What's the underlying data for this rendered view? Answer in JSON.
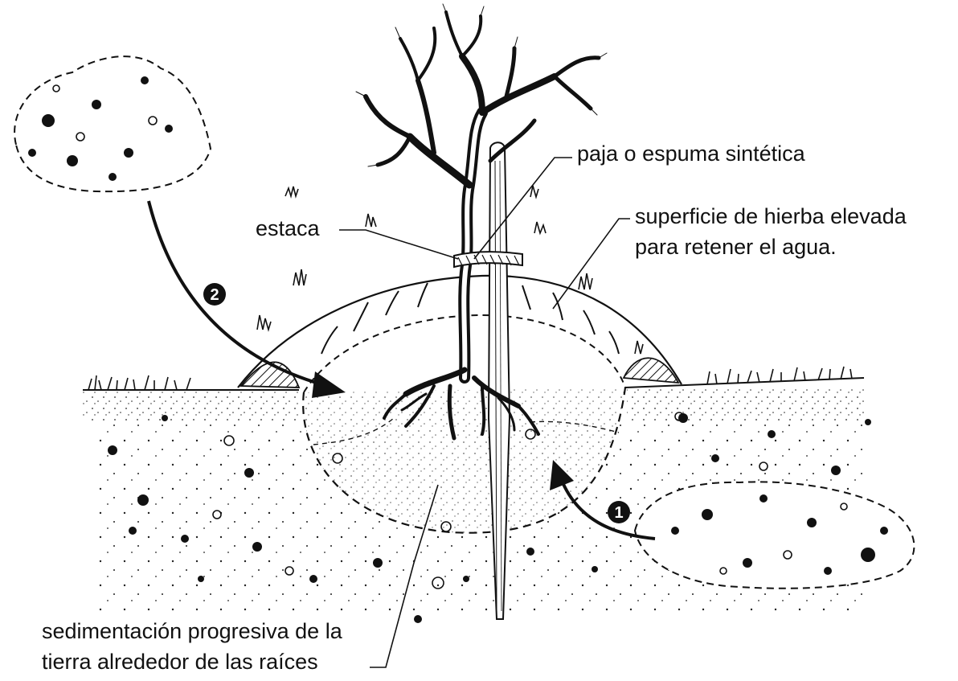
{
  "labels": {
    "straw": "paja o espuma sintética",
    "surface_line1": "superficie de hierba elevada",
    "surface_line2": "para retener el agua.",
    "stake": "estaca",
    "sedimentation_line1": "sedimentación progresiva de la",
    "sedimentation_line2": "tierra alrededor de las raíces"
  },
  "steps": {
    "one": "❶",
    "two": "❷"
  },
  "colors": {
    "ink": "#111111",
    "background": "#ffffff"
  }
}
